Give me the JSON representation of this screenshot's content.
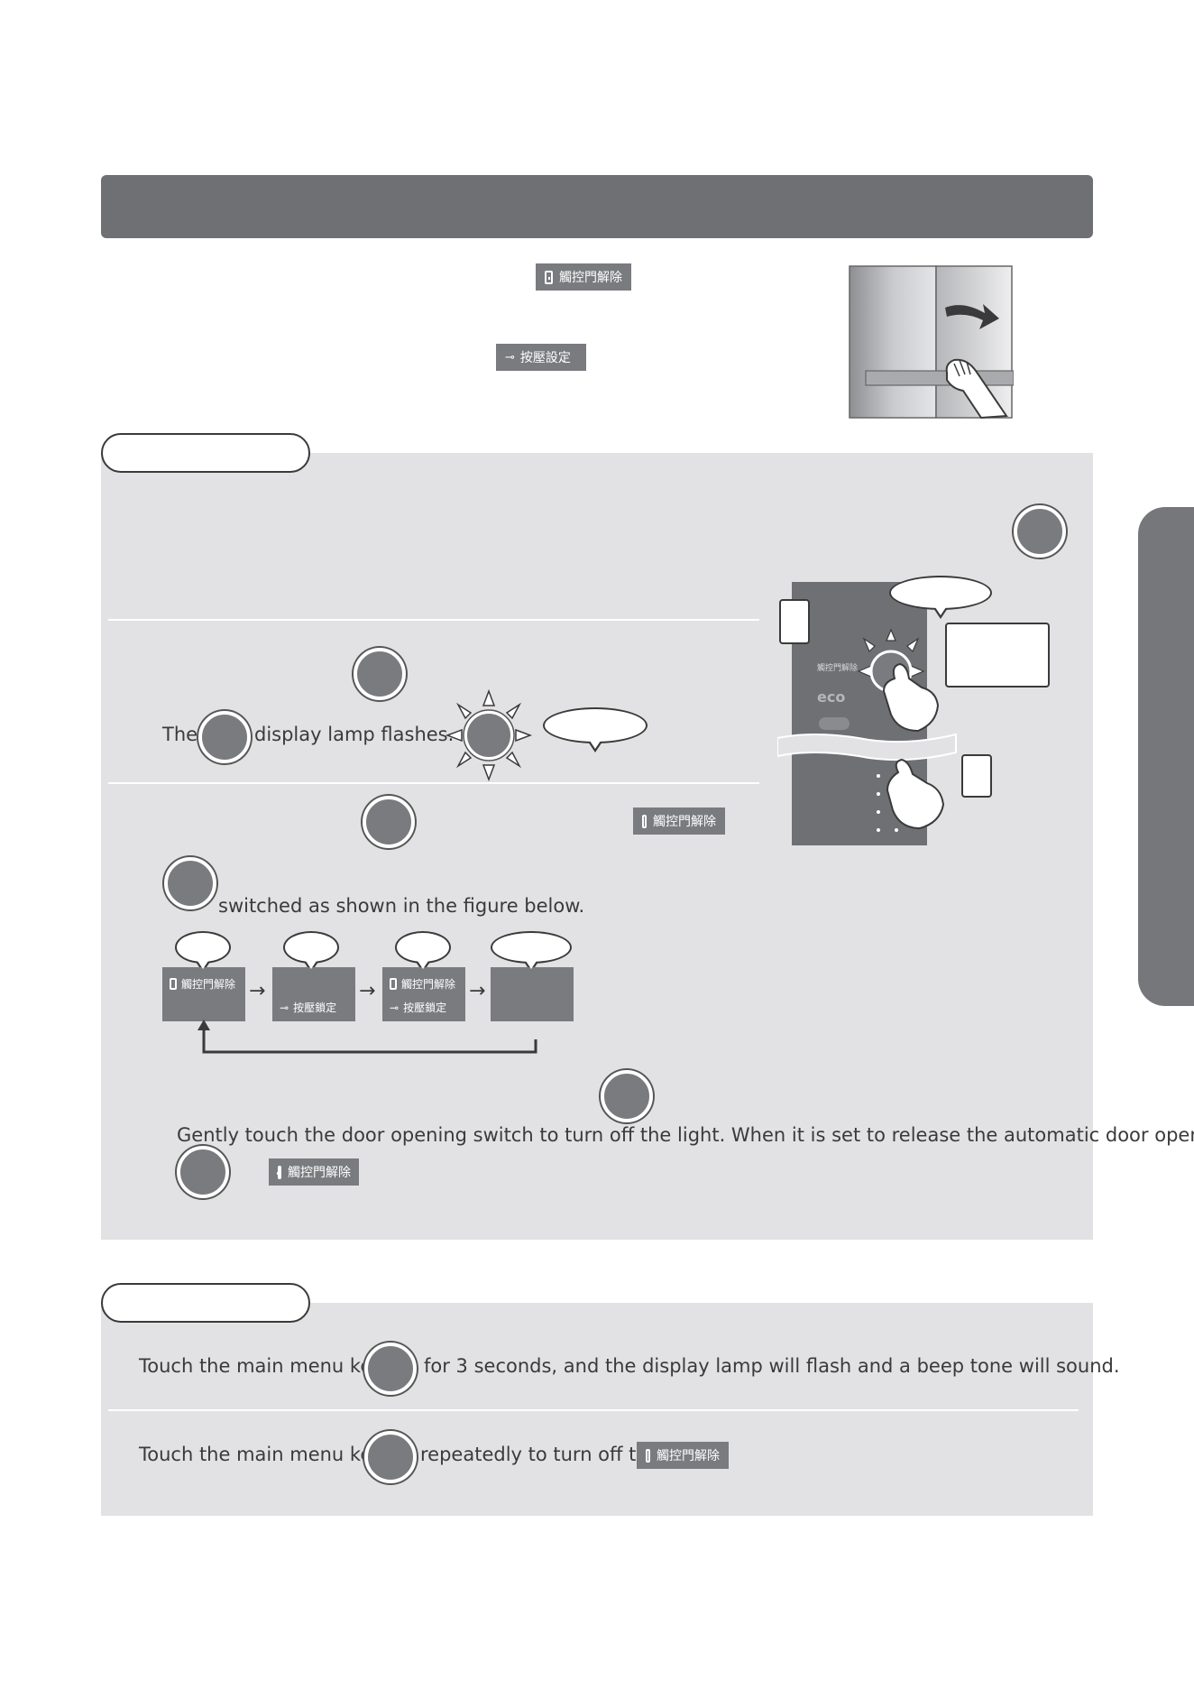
{
  "badges": {
    "touch_release": "觸控門解除",
    "press_set": "按壓設定",
    "press_lock": "按壓鎖定"
  },
  "control_panel": {
    "eco_label": "eco"
  },
  "section1": {
    "step1_text_prefix": "The",
    "step1_text_suffix": "display lamp flashes.",
    "step2_text": "switched as shown in the figure below.",
    "step3_text": "Gently touch the door opening switch to turn off the light. When it is set to release the automatic door opening,"
  },
  "section2": {
    "step1_prefix": "Touch the main menu key",
    "step1_suffix": "for 3 seconds, and the display lamp will flash and a beep tone will sound.",
    "step2_prefix": "Touch the main menu key",
    "step2_suffix": "repeatedly to turn off the"
  },
  "colors": {
    "header": "#6f7074",
    "panel": "#e2e2e4",
    "badge": "#7a7b7f",
    "text": "#3a3a3a"
  }
}
